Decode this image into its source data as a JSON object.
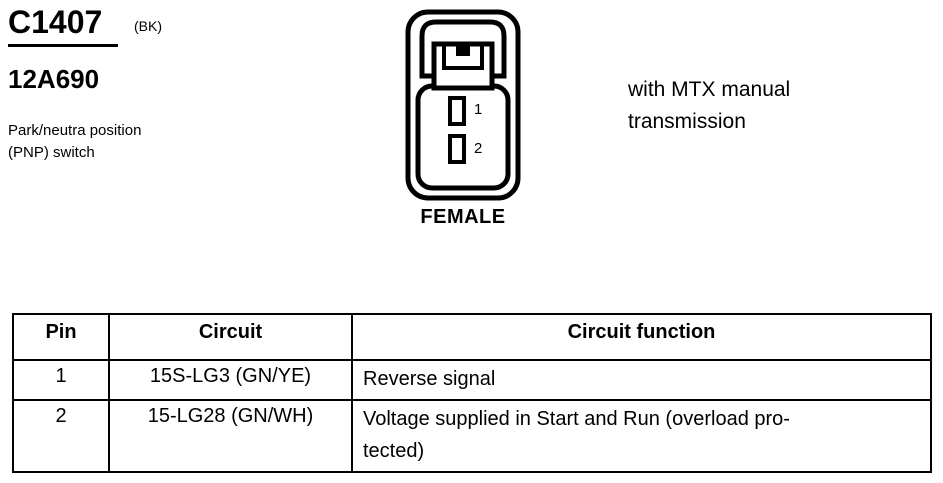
{
  "connector": {
    "id": "C1407",
    "color_code": "(BK)",
    "part_number": "12A690",
    "description_lines": [
      "Park/neutra position",
      "(PNP) switch"
    ],
    "gender_label": "FEMALE",
    "pin_labels": [
      "1",
      "2"
    ]
  },
  "note_lines": [
    "with MTX manual",
    "transmission"
  ],
  "table": {
    "headers": [
      "Pin",
      "Circuit",
      "Circuit function"
    ],
    "rows": [
      {
        "pin": "1",
        "circuit": "15S-LG3 (GN/YE)",
        "function_lines": [
          "Reverse signal"
        ]
      },
      {
        "pin": "2",
        "circuit": "15-LG28 (GN/WH)",
        "function_lines": [
          "Voltage supplied in Start and Run (overload pro-",
          "tected)"
        ]
      }
    ]
  }
}
